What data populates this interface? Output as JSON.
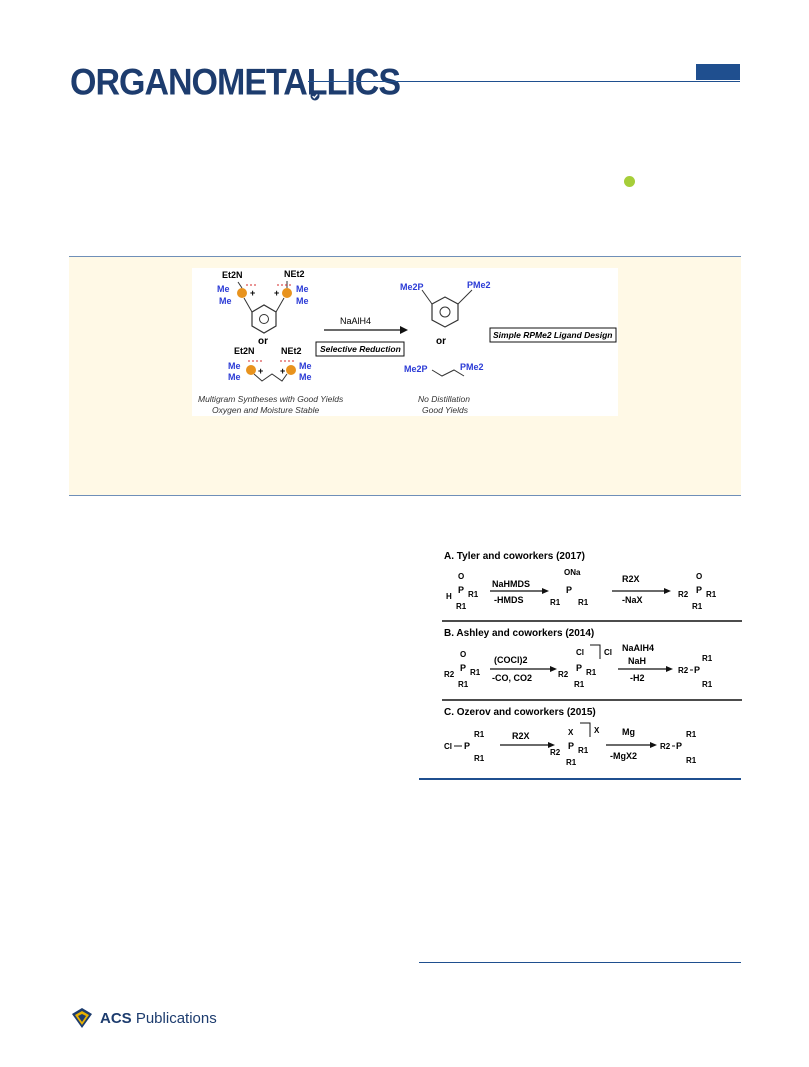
{
  "header": {
    "journal_title": "ORGANOMETALLICS"
  },
  "toc": {
    "reagents": {
      "et2n": "Et2N",
      "net2": "NEt2",
      "me": "Me",
      "or": "or",
      "plus": "+"
    },
    "arrow_reagent": "NaAlH4",
    "selective_label": "Selective Reduction",
    "products": {
      "me2p": "Me2P",
      "pme2": "PMe2"
    },
    "design_label": "Simple RPMe2 Ligand Design",
    "left_note": [
      "Multigram Syntheses with Good Yields",
      "Oxygen and Moisture Stable"
    ],
    "right_note": [
      "No Distillation",
      "Good Yields"
    ]
  },
  "scheme": {
    "panel_a": {
      "title": "A. Tyler and coworkers (2017)",
      "reagent_top": "NaHMDS",
      "reagent_bottom": "-HMDS",
      "reagent2_top": "R2X",
      "reagent2_bottom": "-NaX",
      "ona": "ONa"
    },
    "panel_b": {
      "title": "B. Ashley and coworkers (2014)",
      "reagent_top": "(COCl)2",
      "reagent_bottom": "-CO, CO2",
      "reagent2_top": "NaAlH4",
      "reagent2_mid": "NaH",
      "reagent2_bottom": "-H2",
      "cl": "Cl"
    },
    "panel_c": {
      "title": "C. Ozerov and coworkers (2015)",
      "reagent_top": "R2X",
      "reagent2_top": "Mg",
      "reagent2_bottom": "-MgX2",
      "x": "X"
    },
    "atoms": {
      "o": "O",
      "p": "P",
      "h": "H",
      "r1": "R1",
      "r2": "R2",
      "cl": "Cl"
    }
  },
  "footer": {
    "publisher_bold": "ACS",
    "publisher_rest": " Publications"
  },
  "colors": {
    "accent": "#1f4f8f",
    "toc_bg": "#fff9e6",
    "phosphorus": "#e8931e",
    "methyl": "#2b3bd6",
    "orcid": "#a6ce39"
  }
}
